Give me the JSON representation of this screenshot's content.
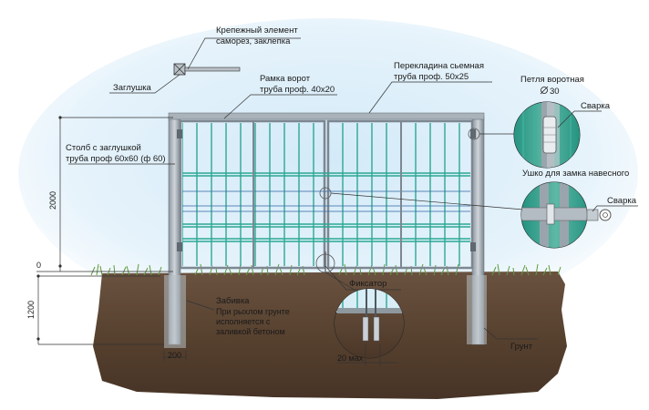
{
  "labels": {
    "fastener_title": "Крепежный элемент",
    "fastener_sub": "саморез, заклепка",
    "plug": "Заглушка",
    "crossbar_title": "Перекладина сьемная",
    "crossbar_sub": "труба проф. 50х25",
    "gate_frame_title": "Рамка ворот",
    "gate_frame_sub": "труба проф. 40х20",
    "hinge_title": "Петля воротная",
    "hinge_size": "30",
    "welding_top": "Сварка",
    "lock_eye": "Ушко для замка навесного",
    "welding_right": "Сварка",
    "post_title": "Столб с заглушкой",
    "post_sub": "труба проф 60х60 (ф 60)",
    "fixator": "Фиксатор",
    "driving_title": "Забивка",
    "driving_l1": "При рыхлом грунте",
    "driving_l2": "исполняется с",
    "driving_l3": "заливкой бетоном",
    "ground": "Грунт"
  },
  "dimensions": {
    "height": "2000",
    "zero": "0",
    "depth": "1200",
    "post_width": "200",
    "gap": "20 мах"
  },
  "colors": {
    "mesh": "#1f9a86",
    "frame": "#7d8791",
    "soil": "#5a4435",
    "grass": "#5c8f3e",
    "sky": "#c9e4f5"
  }
}
